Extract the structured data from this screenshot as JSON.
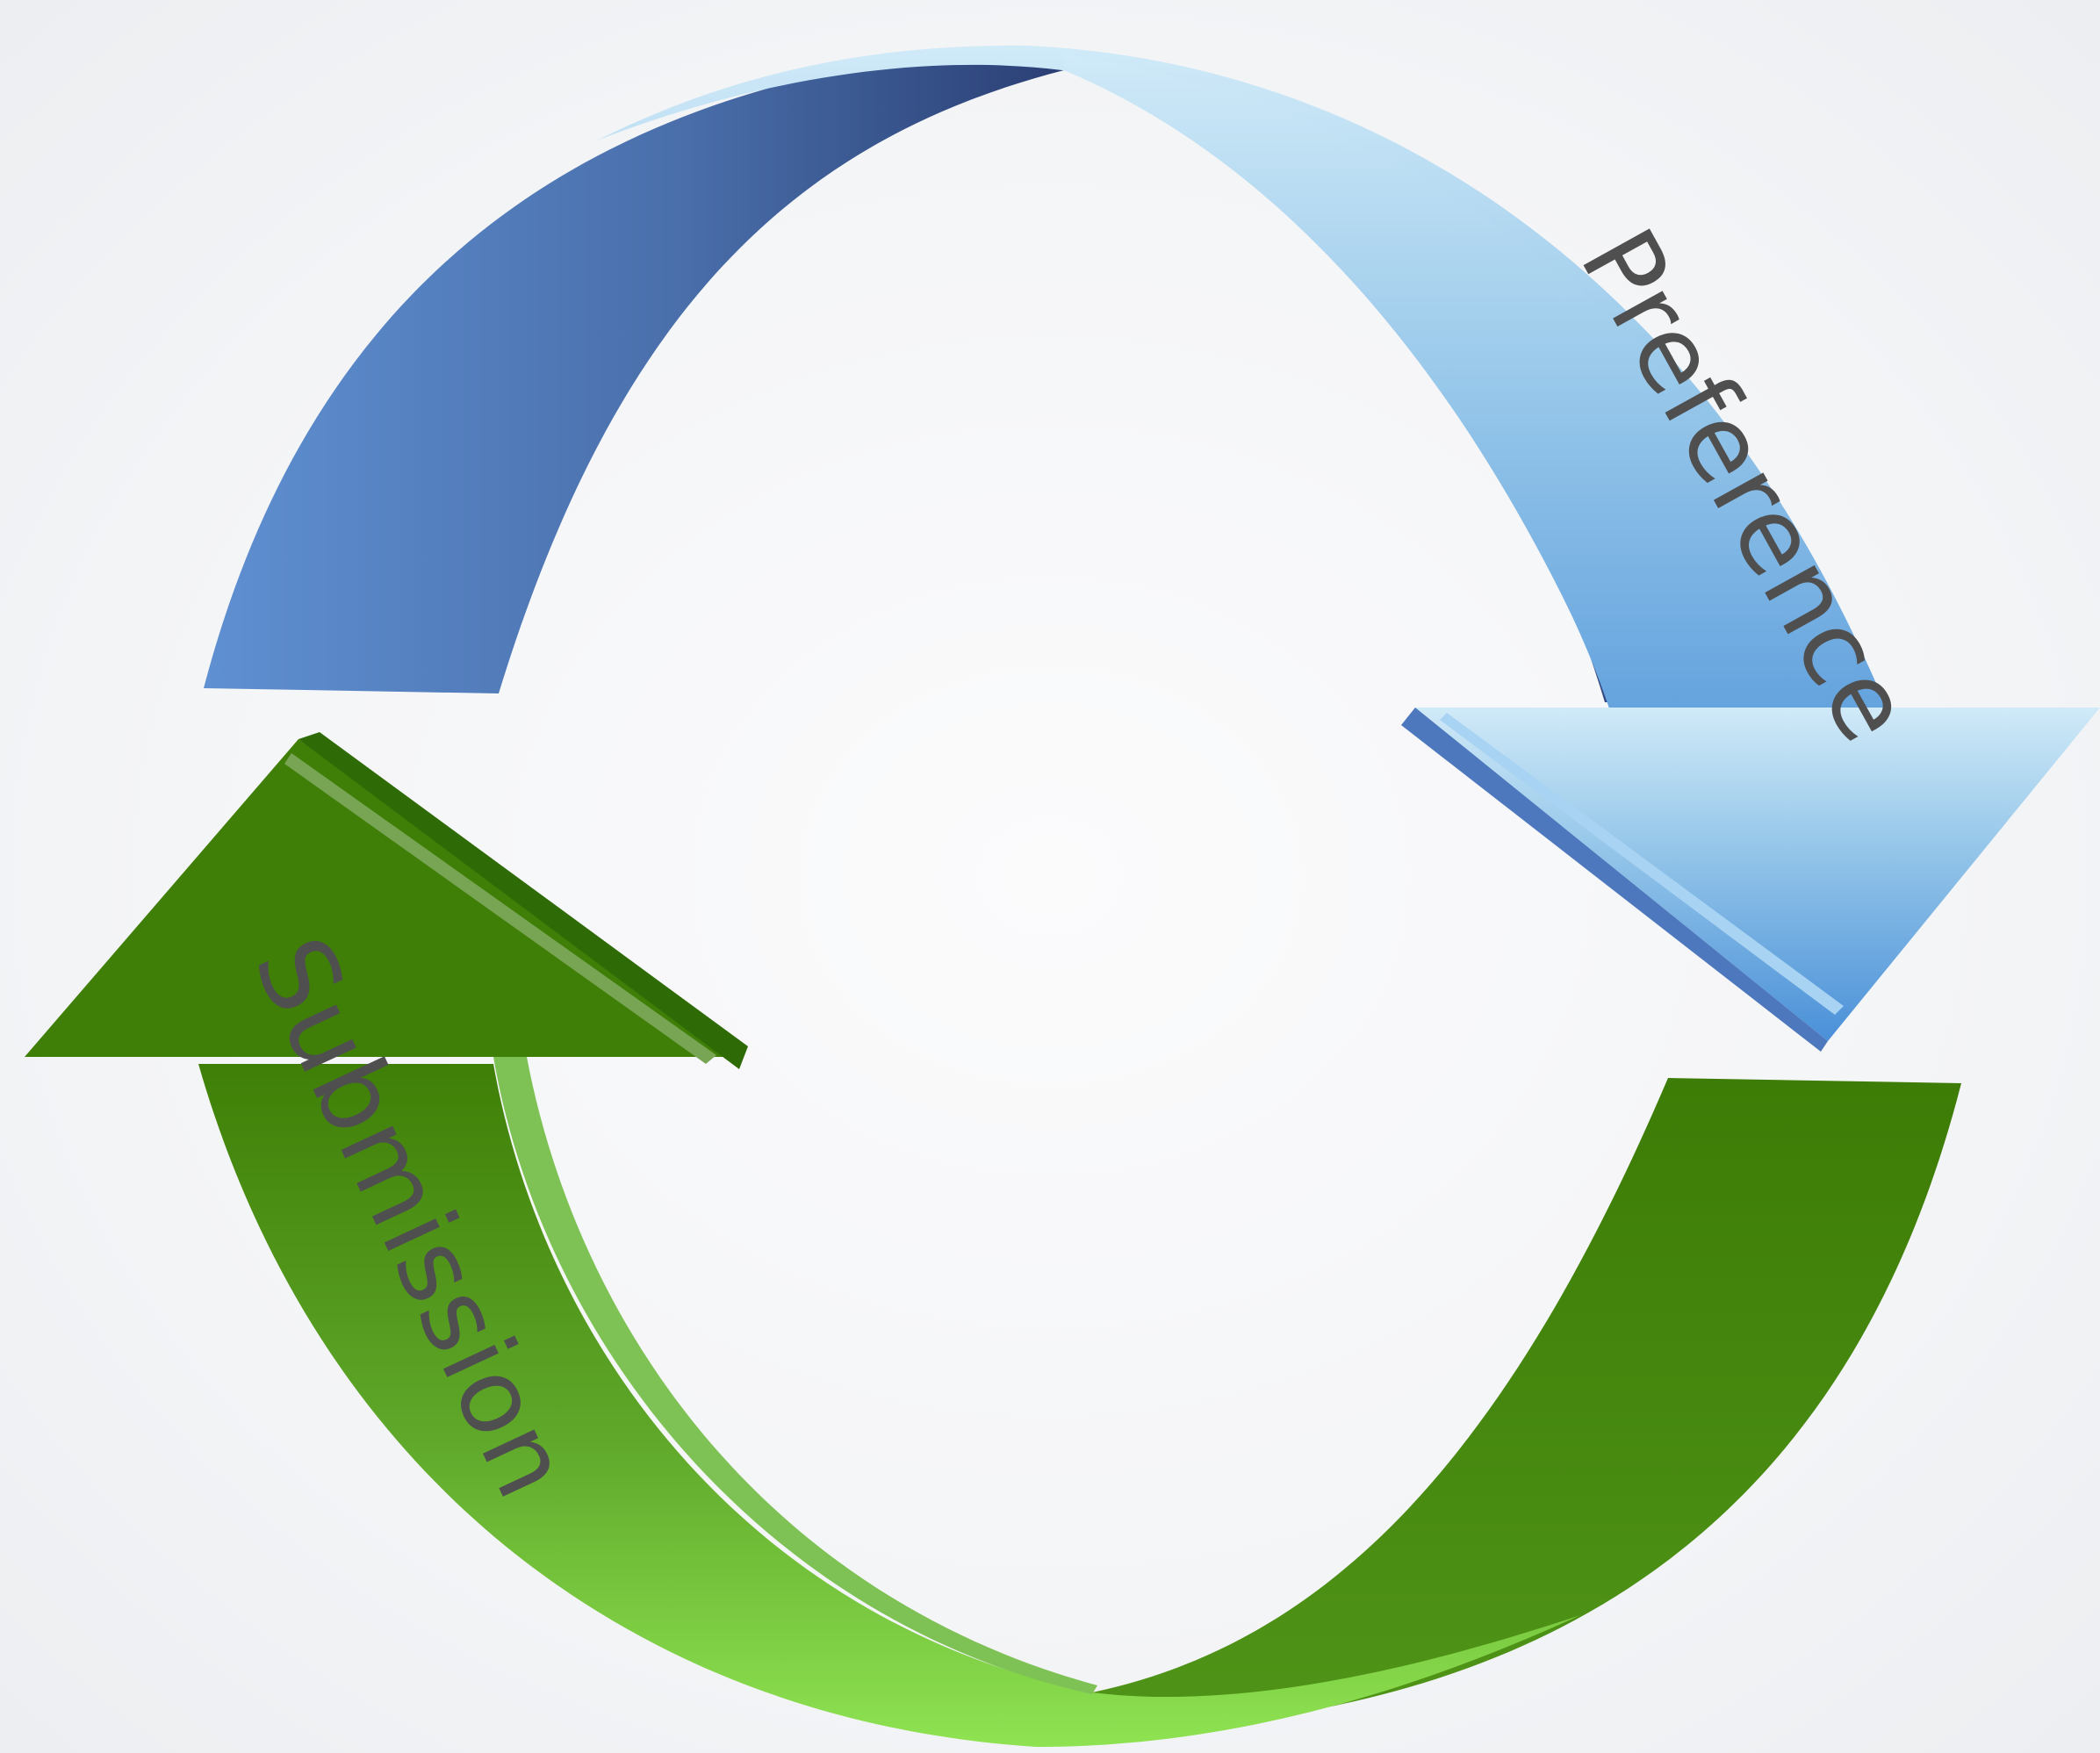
{
  "diagram": {
    "arrows": [
      {
        "id": "top",
        "label": "Preference",
        "color_light": "#c8e6f7",
        "color_mid": "#8ec0e6",
        "color_dark": "#4a8fd6",
        "color_inner": "#2d4478",
        "color_inner_light": "#5f8cca"
      },
      {
        "id": "bottom",
        "label": "Submission",
        "color_light": "#8ee04e",
        "color_mid": "#5aa527",
        "color_dark": "#3e7d07",
        "color_inner": "#2e6a05",
        "color_inner_light": "#7fc255"
      }
    ]
  }
}
